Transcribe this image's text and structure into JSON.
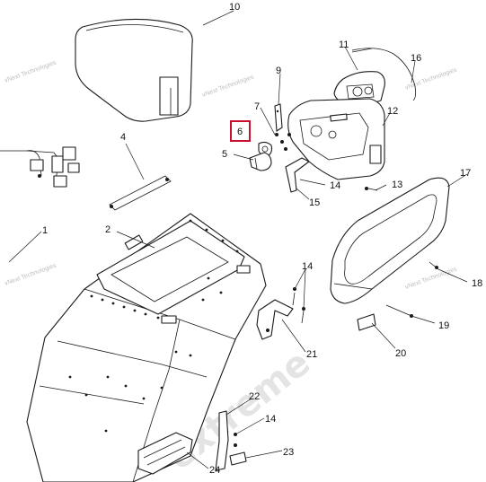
{
  "watermarks": {
    "small": "vNext Technologies",
    "big": "extreme"
  },
  "highlight_color": "#c8102e",
  "callouts": {
    "c1": "1",
    "c2": "2",
    "c4": "4",
    "c5": "5",
    "c6": "6",
    "c7": "7",
    "c9": "9",
    "c10": "10",
    "c11": "11",
    "c12": "12",
    "c13": "13",
    "c14a": "14",
    "c14b": "14",
    "c14c": "14",
    "c15": "15",
    "c16": "16",
    "c17": "17",
    "c18": "18",
    "c19": "19",
    "c20": "20",
    "c21": "21",
    "c22": "22",
    "c23": "23",
    "c24": "24"
  },
  "highlighted_part": "6"
}
